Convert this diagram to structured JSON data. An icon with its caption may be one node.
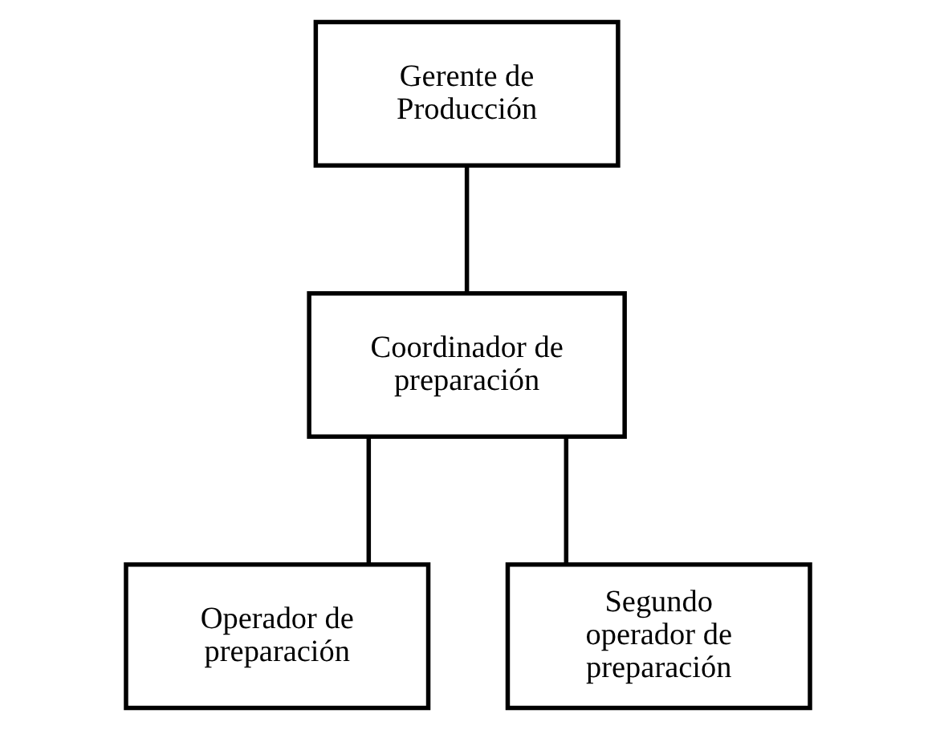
{
  "diagram": {
    "nodes": [
      {
        "text": [
          "Gerente de Producción"
        ]
      },
      {
        "text": [
          "Coordinador de preparación"
        ]
      },
      {
        "text": [
          "Operador de preparación"
        ]
      },
      {
        "text": [
          "Segundo operador de preparación"
        ]
      }
    ],
    "edges": [
      {
        "from": 0,
        "to": 1,
        "arrow": "none"
      },
      {
        "from": 1,
        "to": 2,
        "arrow": "none"
      },
      {
        "from": 1,
        "to": 3,
        "arrow": "none"
      }
    ]
  }
}
